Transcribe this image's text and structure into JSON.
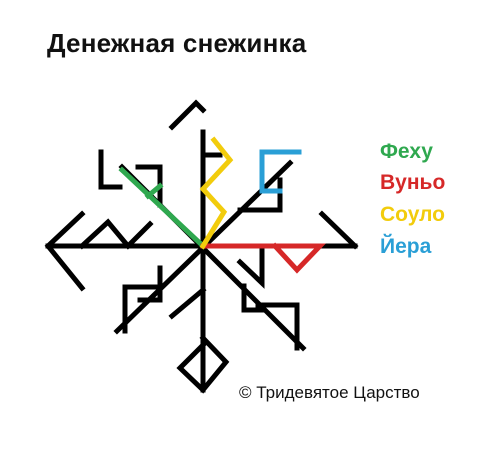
{
  "title": "Денежная снежинка",
  "legend": [
    {
      "label": "Феху",
      "color": "#2fa84f"
    },
    {
      "label": "Вуньо",
      "color": "#d62828"
    },
    {
      "label": "Соуло",
      "color": "#f2cc0c"
    },
    {
      "label": "Йера",
      "color": "#2a9fd6"
    }
  ],
  "copyright": "© Тридевятое Царство",
  "stroke_color": "#000000"
}
